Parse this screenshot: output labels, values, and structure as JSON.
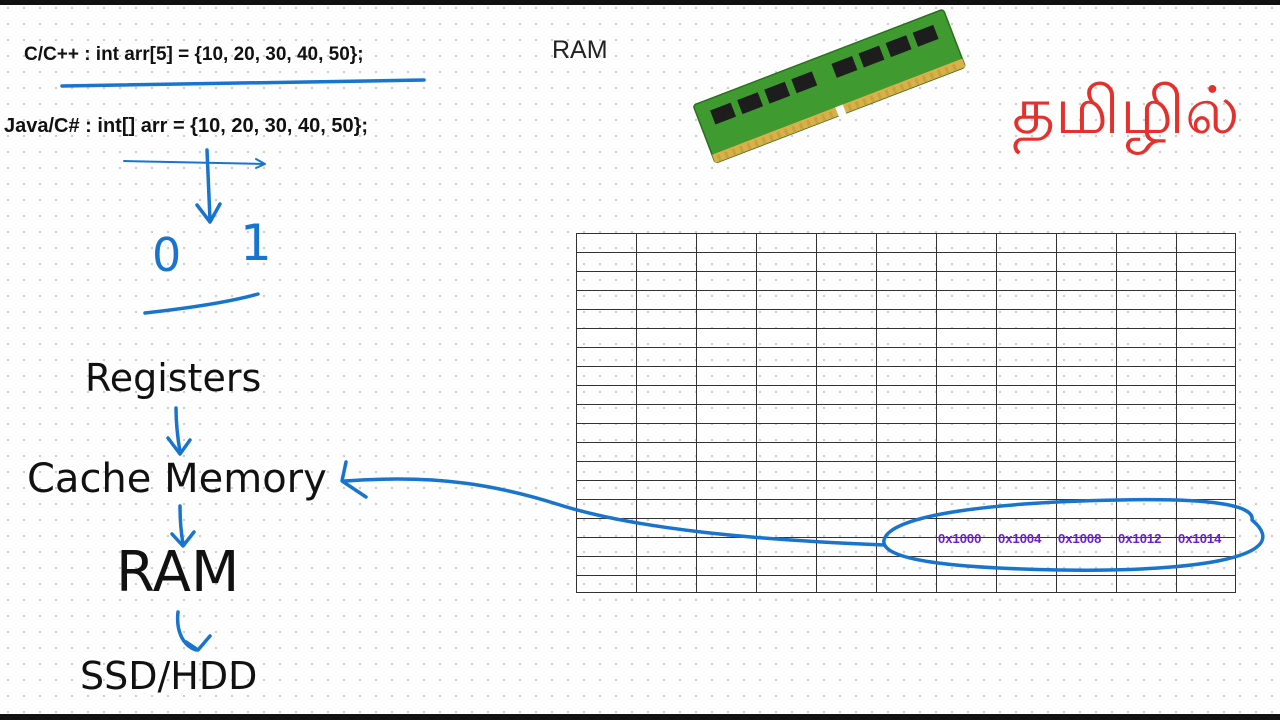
{
  "code": {
    "c_line": "C/C++ : int arr[5] = {10, 20, 30, 40, 50};",
    "java_line": "Java/C# : int[] arr = {10, 20, 30, 40, 50};"
  },
  "ram_label": "RAM",
  "tamil_title": "தமிழில்",
  "hierarchy": {
    "registers": "Registers",
    "cache": "Cache Memory",
    "ram": "RAM",
    "ssd": "SSD/HDD"
  },
  "handwriting": {
    "digit_zero": "0",
    "digit_one": "1"
  },
  "memory_grid": {
    "addresses": [
      "0x1000",
      "0x1004",
      "0x1008",
      "0x1012",
      "0x1014"
    ]
  },
  "colors": {
    "ink_blue": "#1874cd",
    "title_red": "#e3322d",
    "address_purple": "#6a1fd0",
    "ram_pcb_green": "#3f9a2f"
  }
}
